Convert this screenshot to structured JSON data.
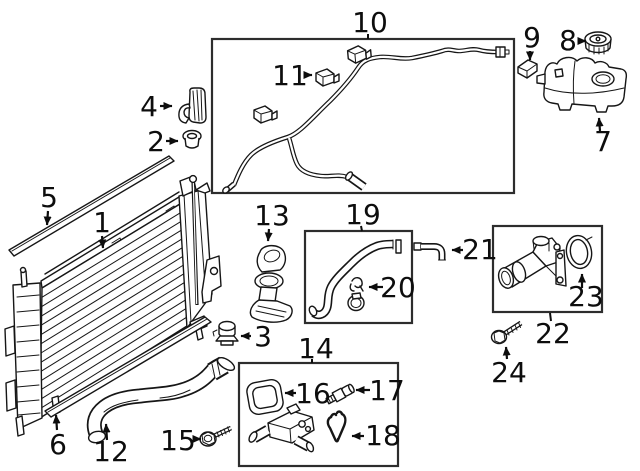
{
  "page": {
    "background_color": "#ffffff",
    "line_color": "#161616",
    "box_border_color": "#2d2d2d",
    "label_color": "#0d0d0d"
  },
  "diagram": {
    "type": "exploded-parts-diagram",
    "subject": "radiator-and-cooling-components",
    "callouts": [
      {
        "num": "1",
        "part": "radiator"
      },
      {
        "num": "2",
        "part": "grommet-nut"
      },
      {
        "num": "3",
        "part": "drain-valve"
      },
      {
        "num": "4",
        "part": "mount-bracket-clip"
      },
      {
        "num": "5",
        "part": "upper-seal-strip"
      },
      {
        "num": "6",
        "part": "lower-seal-strip"
      },
      {
        "num": "7",
        "part": "coolant-reservoir-tank"
      },
      {
        "num": "8",
        "part": "reservoir-cap"
      },
      {
        "num": "9",
        "part": "reservoir-clip"
      },
      {
        "num": "10",
        "part": "overflow-hose-assembly"
      },
      {
        "num": "11",
        "part": "hose-retainer-clip"
      },
      {
        "num": "12",
        "part": "lower-radiator-hose"
      },
      {
        "num": "13",
        "part": "filler-pipe"
      },
      {
        "num": "14",
        "part": "water-outlet-connector-kit"
      },
      {
        "num": "15",
        "part": "hex-flange-bolt"
      },
      {
        "num": "16",
        "part": "connector-gasket"
      },
      {
        "num": "17",
        "part": "sensor"
      },
      {
        "num": "18",
        "part": "retaining-wire-clip"
      },
      {
        "num": "19",
        "part": "upper-radiator-hose"
      },
      {
        "num": "20",
        "part": "hose-clamps"
      },
      {
        "num": "21",
        "part": "elbow-connector"
      },
      {
        "num": "22",
        "part": "thermostat-housing"
      },
      {
        "num": "23",
        "part": "thermostat-gasket"
      },
      {
        "num": "24",
        "part": "thermostat-bolt"
      }
    ]
  }
}
